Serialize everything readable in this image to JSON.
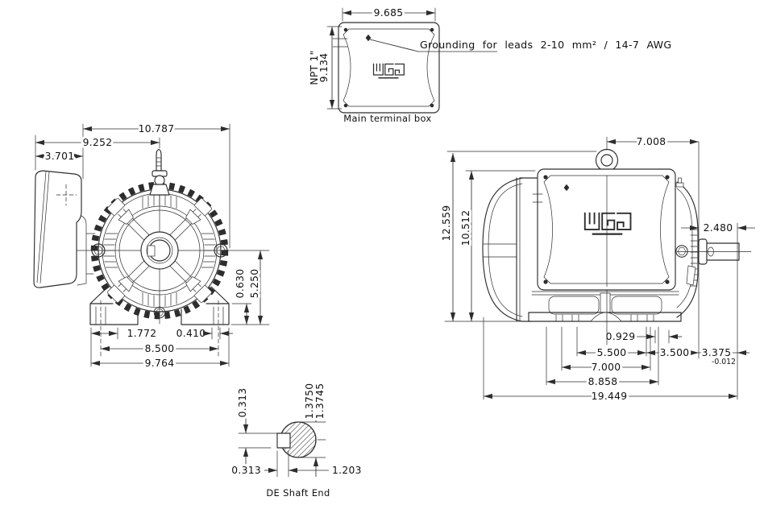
{
  "brand": "WEG",
  "top_view": {
    "caption": "Main terminal box",
    "dim_width": "9.685",
    "dim_height": "9.134",
    "conduit_label": "NPT 1\"",
    "grounding_note": "Grounding for leads 2-10 mm² / 14-7 AWG"
  },
  "front_view": {
    "dim_overall_width": "10.787",
    "dim_to_center": "9.252",
    "dim_box_width": "3.701",
    "dim_pad_height": "0.630",
    "dim_center_height": "5.250",
    "dim_slot_offset": "1.772",
    "dim_slot_width": "0.410",
    "dim_bolt_span": "8.500",
    "dim_base_width": "9.764"
  },
  "side_view": {
    "dim_eye_to_face": "7.008",
    "dim_total_height": "12.559",
    "dim_frame_height": "10.512",
    "dim_shaft_ext": "2.480",
    "dim_foot_edge": "0.929",
    "dim_foot_span": "5.500",
    "dim_ba": "3.500",
    "dim_face_to_hole": "3.375",
    "dim_face_to_hole_tol": "-0.012",
    "dim_foot_span2": "7.000",
    "dim_base_length": "8.858",
    "dim_total_length": "19.449"
  },
  "shaft_detail": {
    "caption": "DE Shaft End",
    "dim_key_height": "0.313",
    "dim_dia_upper": "1.3750",
    "dim_dia_lower": "1.3745",
    "dim_key_width": "0.313",
    "dim_key_flat": "1.203"
  }
}
